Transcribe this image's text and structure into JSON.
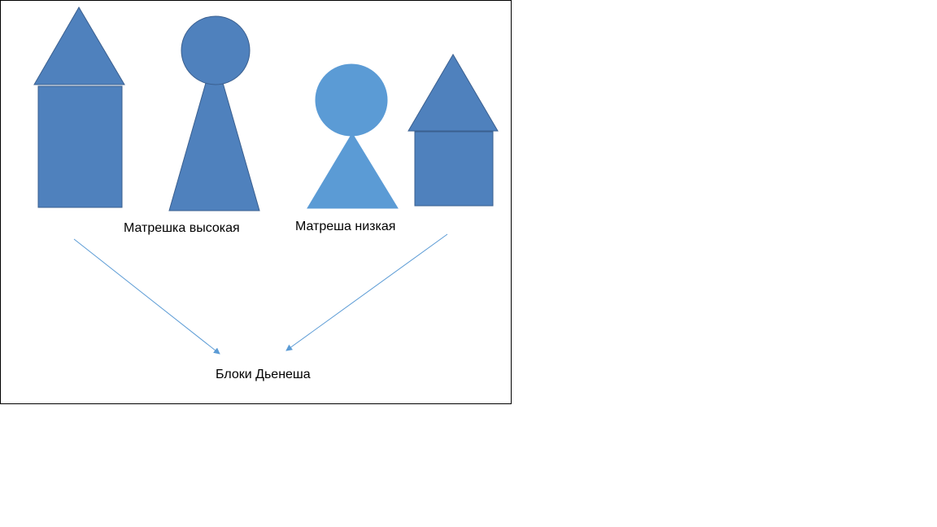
{
  "labels": {
    "tall_doll": "Матрешка высокая",
    "short_doll": "Матреша низкая",
    "target": "Блоки Дьенеша"
  },
  "colors": {
    "dark_blue": "#4f81bd",
    "light_blue": "#5b9bd5",
    "stroke": "#3a5f8f",
    "arrow": "#5b9bd5",
    "frame": "#000000"
  },
  "icons": {
    "house_left": "house-shape-icon",
    "tall_doll": "tall-doll-shape-icon",
    "short_doll": "short-doll-shape-icon",
    "house_right": "house-shape-icon"
  }
}
